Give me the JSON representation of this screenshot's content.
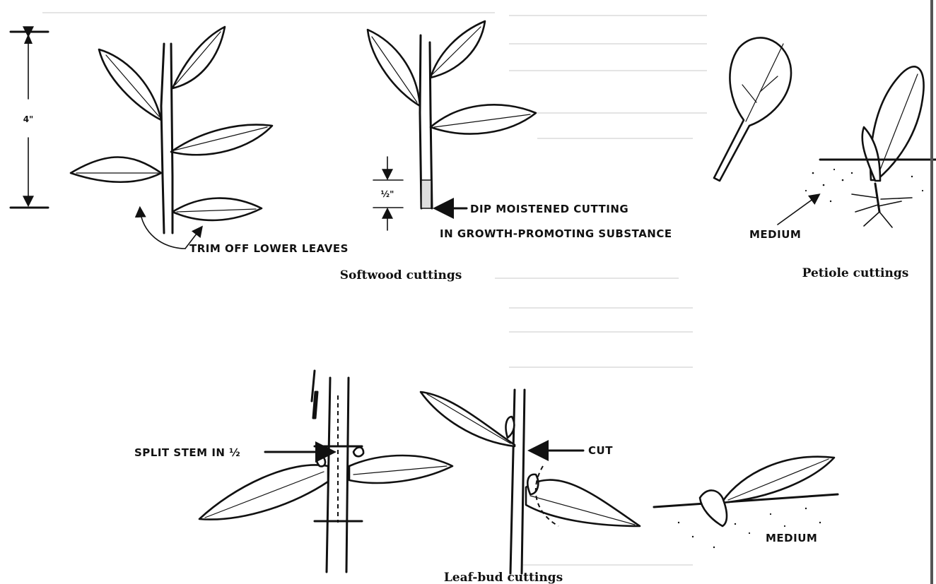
{
  "softwood": {
    "measure_4in": "4\"",
    "measure_half_in": "½\"",
    "trim_label": "TRIM OFF LOWER LEAVES",
    "dip_label_line1": "DIP MOISTENED CUTTING",
    "dip_label_line2": "IN GROWTH-PROMOTING SUBSTANCE",
    "caption": "Softwood cuttings"
  },
  "petiole": {
    "medium_label": "MEDIUM",
    "caption": "Petiole cuttings"
  },
  "leafbud": {
    "split_label": "SPLIT STEM IN ½",
    "cut_label": "CUT",
    "medium_label": "MEDIUM",
    "caption": "Leaf-bud cuttings"
  }
}
